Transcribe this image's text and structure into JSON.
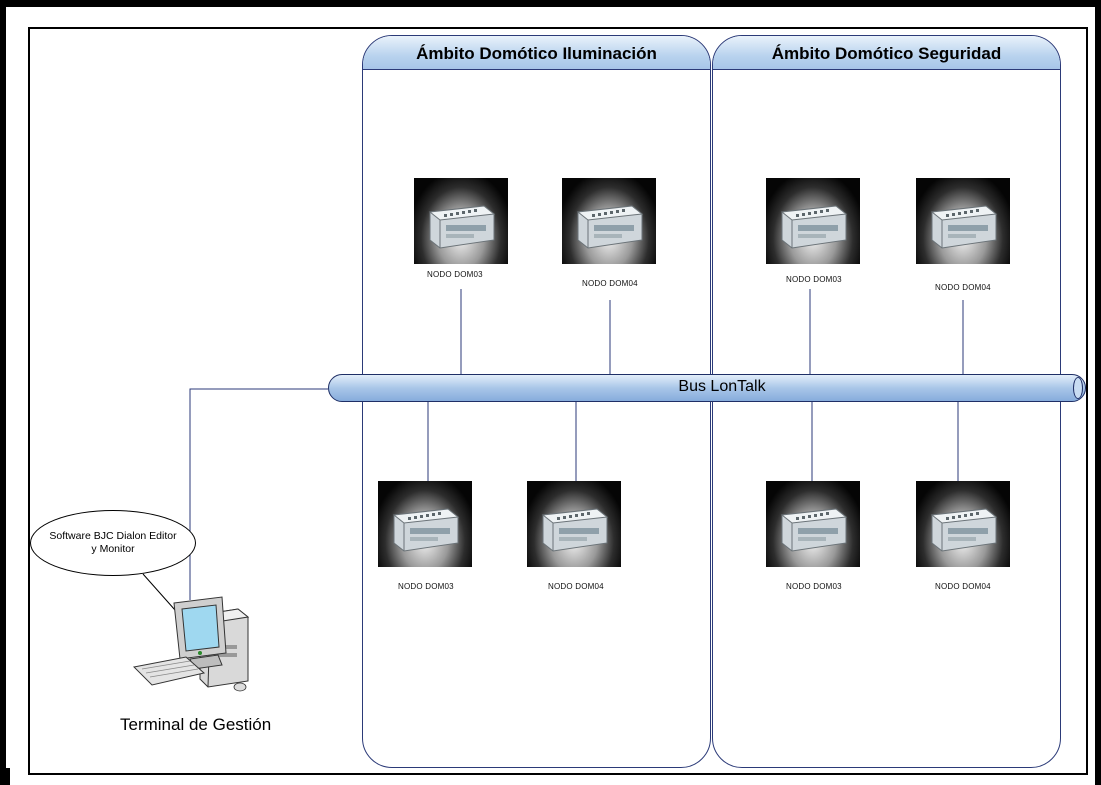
{
  "zones": [
    {
      "title": "Ámbito Domótico Iluminación"
    },
    {
      "title": "Ámbito Domótico Seguridad"
    }
  ],
  "nodes": {
    "top": [
      "NODO DOM03",
      "NODO DOM04",
      "NODO DOM03",
      "NODO DOM04"
    ],
    "bottom": [
      "NODO DOM03",
      "NODO DOM04",
      "NODO DOM03",
      "NODO DOM04"
    ]
  },
  "bus": {
    "label": "Bus LonTalk"
  },
  "software": {
    "label": "Software BJC Dialon Editor y Monitor"
  },
  "terminal": {
    "label": "Terminal de Gestión"
  },
  "colors": {
    "bus_fill": "#a9c6e8",
    "line": "#2b3a78",
    "zone_border": "#2b3a78"
  },
  "icons": {
    "node": "din-rail-controller-icon",
    "terminal": "desktop-computer-icon"
  }
}
